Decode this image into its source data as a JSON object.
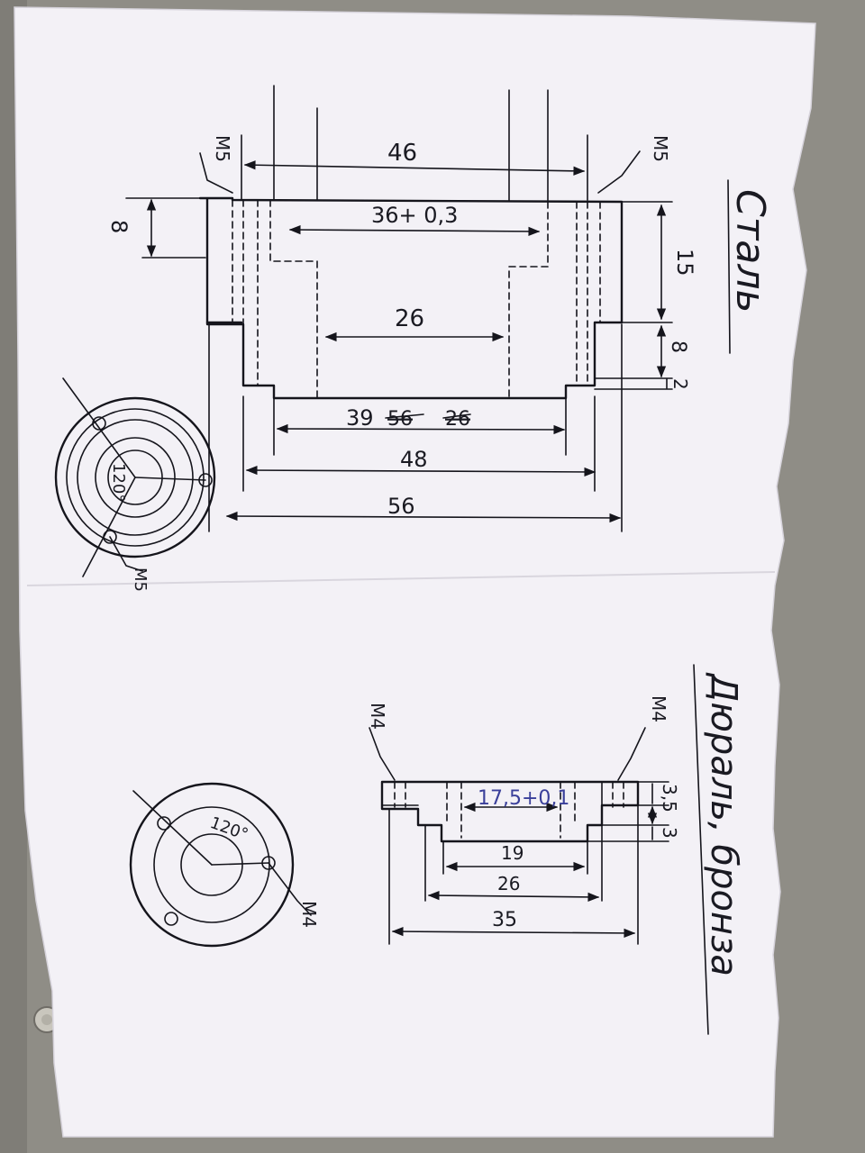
{
  "colors": {
    "background": "#8f8d86",
    "paper": "#f3f1f6",
    "ink": "#15151c",
    "blue_ink": "#3a3f9a"
  },
  "photo": {
    "subject": "hand-drawn engineering sketch on paper, rotated 90°",
    "icons": [
      "metal-rivet-icon"
    ]
  },
  "top_part": {
    "material_label": "Сталь",
    "thread_left": "М5",
    "thread_right": "М5",
    "thread_circle": "М5",
    "dims": {
      "d46": "46",
      "d36": "36+ 0,3",
      "d26": "26",
      "d39": "39",
      "d39_struck": [
        "56",
        "26"
      ],
      "d48": "48",
      "d56": "56",
      "h8_left": "8",
      "h15": "15",
      "h8_right": "8",
      "h2": "2",
      "angle": "120°"
    }
  },
  "bottom_part": {
    "material_label": "Дюраль, бронза",
    "thread_left": "М4",
    "thread_right": "М4",
    "thread_circle": "М4",
    "dims": {
      "d17_5": "17,5+0,1",
      "d19": "19",
      "d26": "26",
      "d35": "35",
      "h3_5": "3,5",
      "h3": "3",
      "angle": "120°"
    }
  }
}
